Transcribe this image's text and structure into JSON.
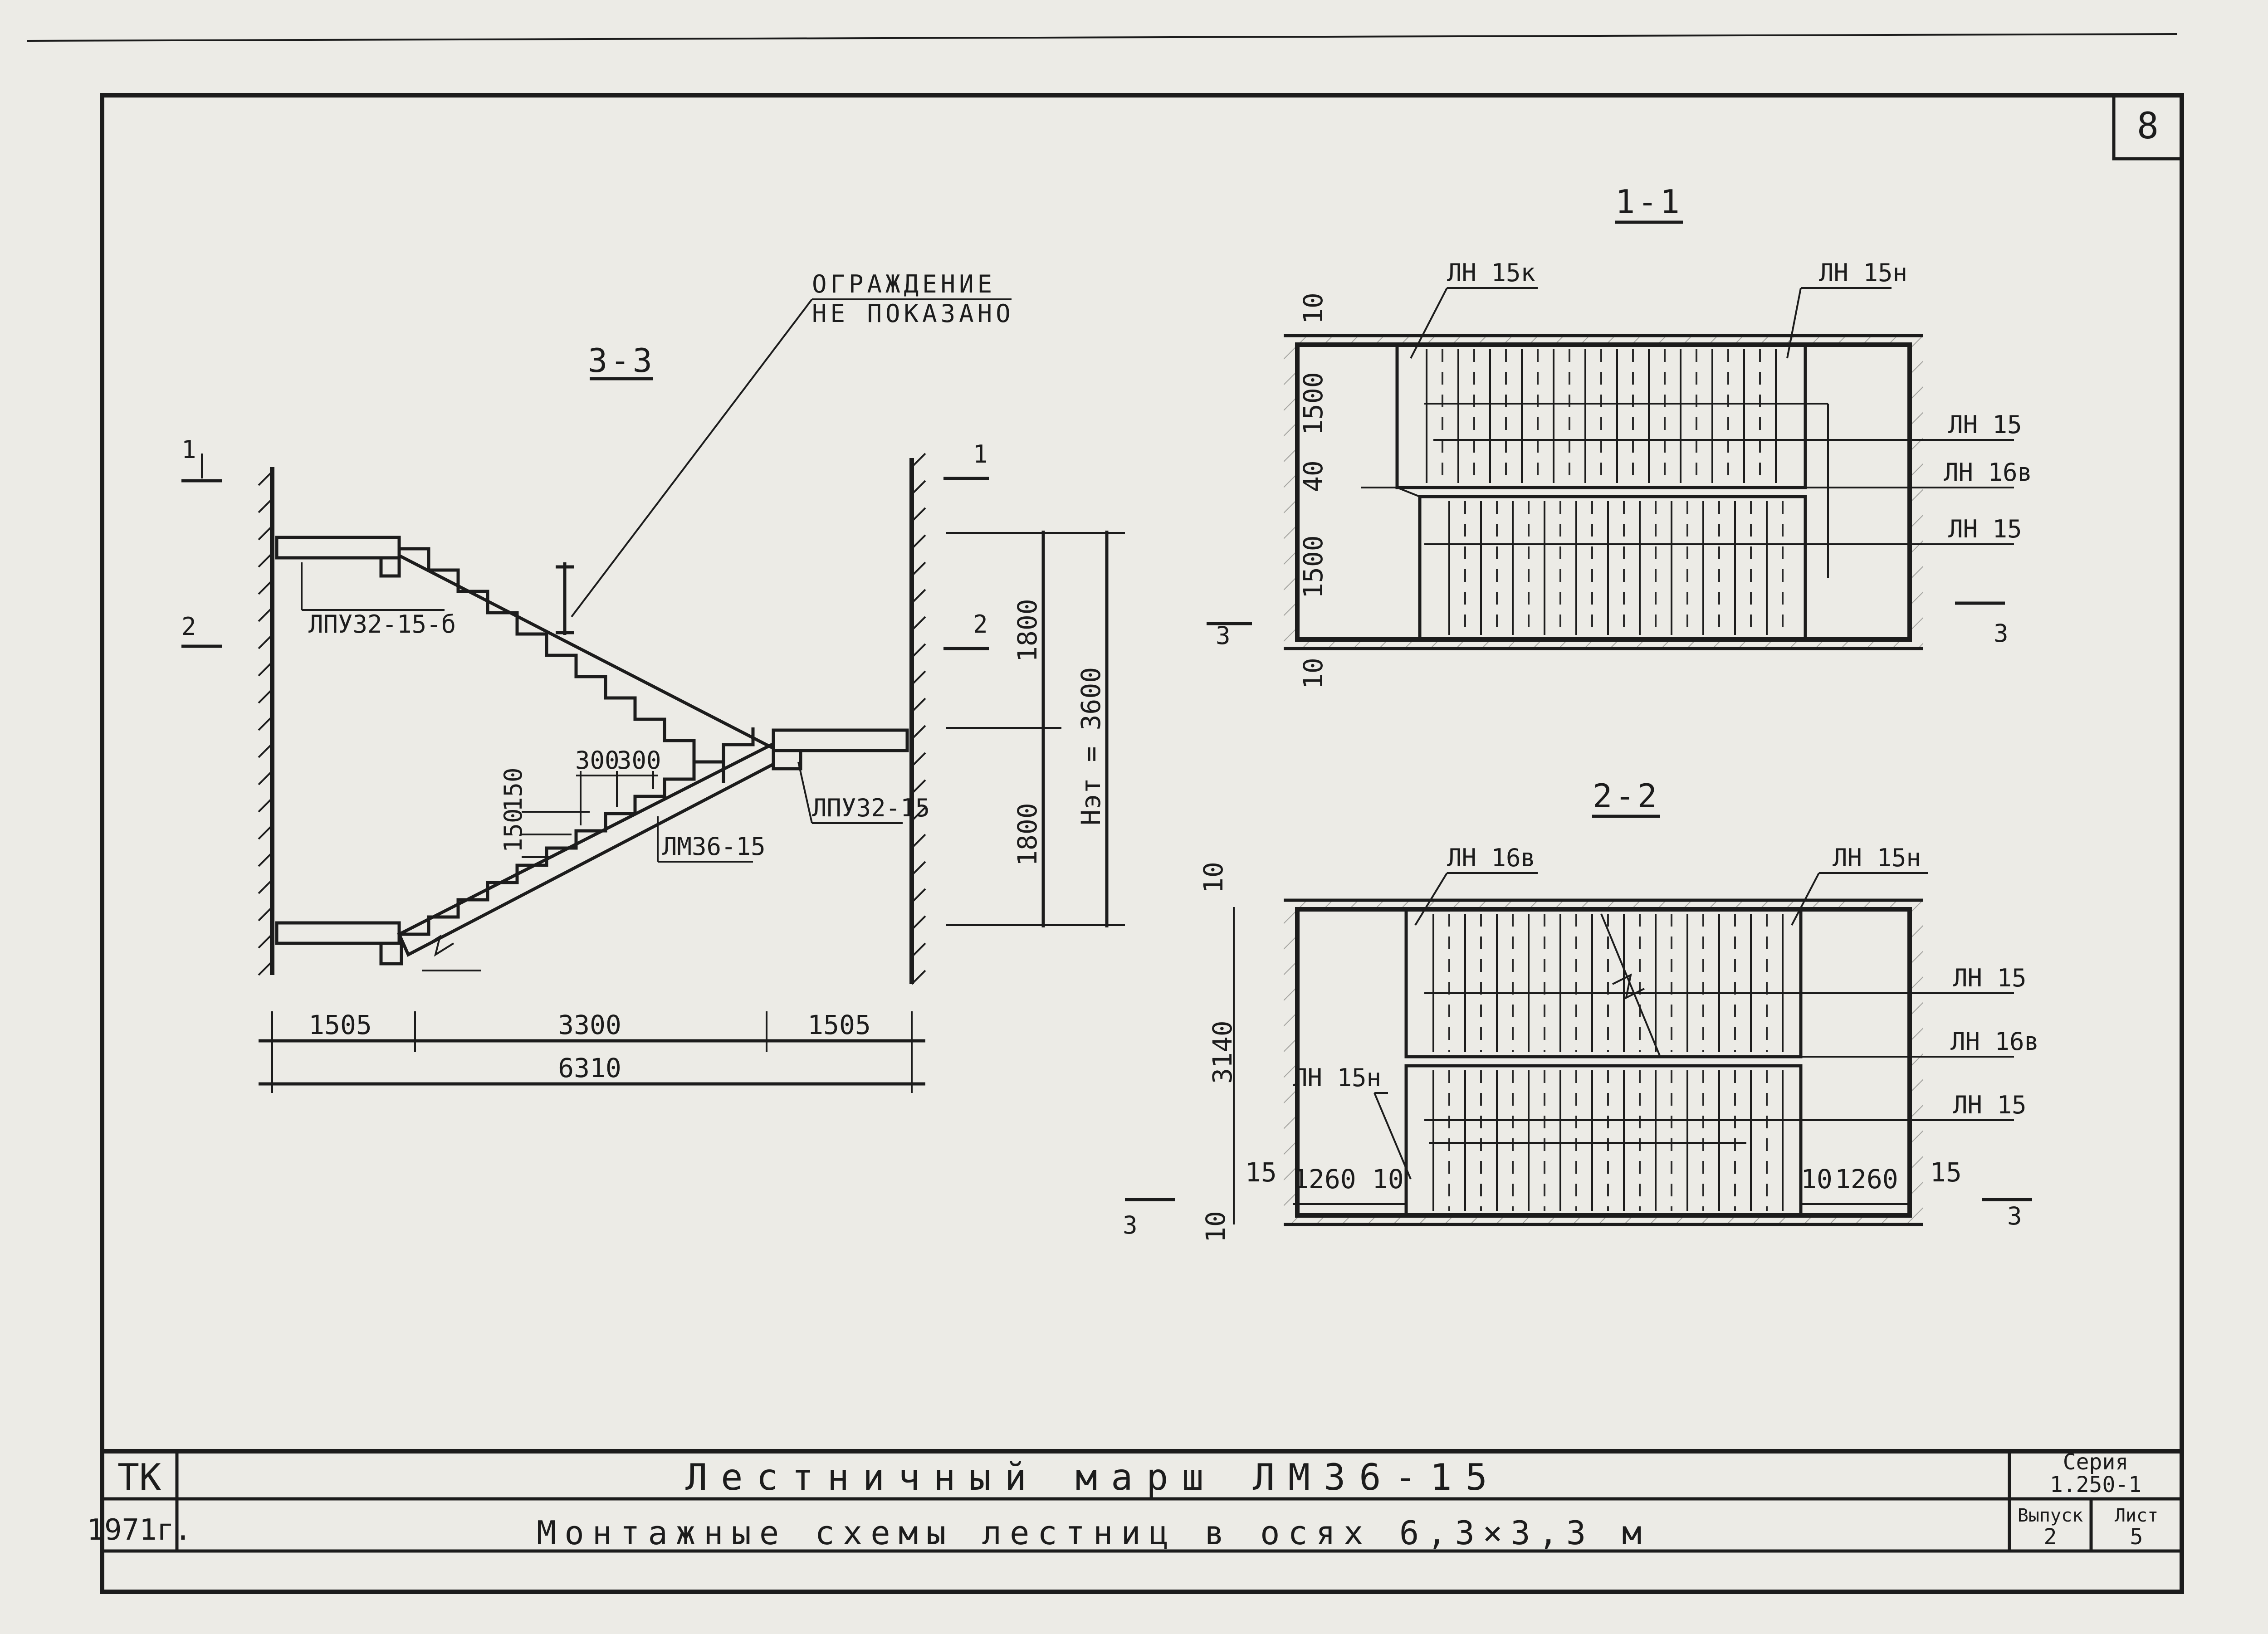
{
  "sheet_number": "8",
  "section_33": {
    "title": "3-3",
    "note_line1": "ОГРАЖДЕНИЕ",
    "note_line2": "НЕ ПОКАЗАНО",
    "cut_mark_1": "1",
    "cut_mark_2": "2",
    "landing_top_label": "ЛПУ32-15-б",
    "landing_mid_label": "ЛПУ32-15",
    "flight_label": "ЛМ36-15",
    "tread_dims": [
      "300",
      "300"
    ],
    "riser_dims": [
      "150",
      "150"
    ],
    "dim_bottom": [
      "1505",
      "3300",
      "1505"
    ],
    "dim_total": "6310",
    "dim_height_1": "1800",
    "dim_height_2": "1800",
    "floor_height": "Нэт = 3600"
  },
  "plan_11": {
    "title": "1-1",
    "top_left_label": "ЛН 15к",
    "top_right_label": "ЛН 15н",
    "right_labels": [
      "ЛН 15",
      "ЛН 16в",
      "ЛН 15"
    ],
    "dim_vertical": [
      "10",
      "1500",
      "40",
      "1500",
      "10"
    ],
    "cut_left": "3",
    "cut_right": "3"
  },
  "plan_22": {
    "title": "2-2",
    "top_left_label": "ЛН 16в",
    "top_right_label": "ЛН 15н",
    "left_label": "ЛН 15н",
    "right_labels": [
      "ЛН 15",
      "ЛН 16в",
      "ЛН 15"
    ],
    "dim_vertical": [
      "10",
      "3140",
      "15",
      "10"
    ],
    "dim_left": [
      "1260",
      "10"
    ],
    "dim_right": [
      "10",
      "1260",
      "15"
    ],
    "cut_left": "3",
    "cut_right": "3"
  },
  "title_block": {
    "org": "ТК",
    "year": "1971г.",
    "title_main": "Лестничный марш ЛМ36-15",
    "title_sub": "Монтажные схемы лестниц в осях 6,3×3,3 м",
    "series_label": "Серия",
    "series_value": "1.250-1",
    "issue_label": "Выпуск",
    "issue_value": "2",
    "sheet_label": "Лист",
    "sheet_value": "5"
  }
}
